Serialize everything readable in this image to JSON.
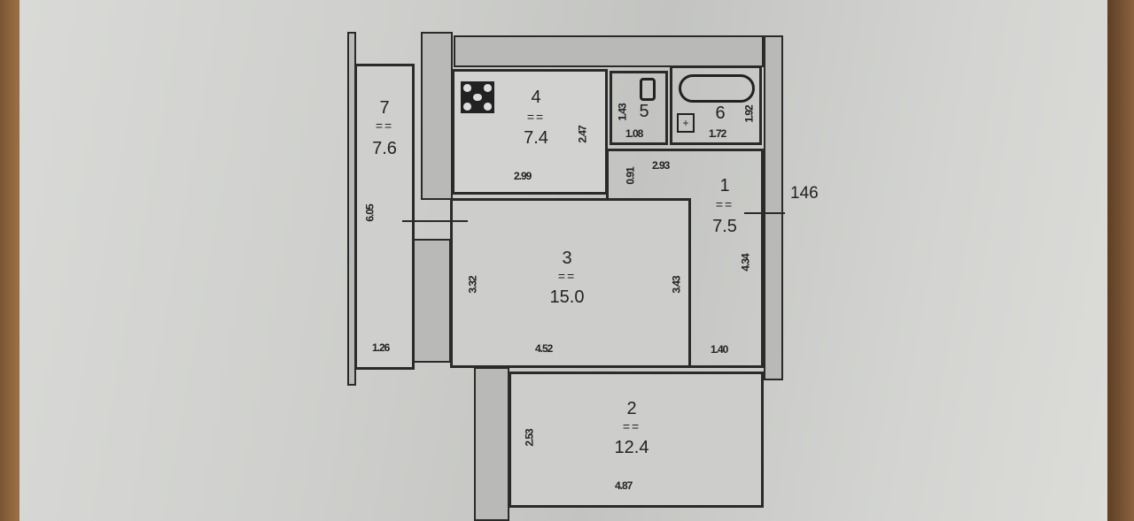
{
  "rooms": [
    {
      "num": "1",
      "sep": "==",
      "area": "7.5"
    },
    {
      "num": "2",
      "sep": "==",
      "area": "12.4"
    },
    {
      "num": "3",
      "sep": "==",
      "area": "15.0"
    },
    {
      "num": "4",
      "sep": "==",
      "area": "7.4"
    },
    {
      "num": "5"
    },
    {
      "num": "6"
    },
    {
      "num": "7",
      "sep": "==",
      "area": "7.6"
    }
  ],
  "dims": {
    "r7_len": "6.05",
    "r7_w": "1.26",
    "r4_w": "2.99",
    "r4_h": "2.47",
    "r5_h": "1.43",
    "r5_w": "1.08",
    "r6_w": "1.72",
    "r6_h": "1.92",
    "r1_w": "2.93",
    "r1_d": "0.91",
    "r1_h": "4.34",
    "r1_b": "1.40",
    "r3_l": "3.32",
    "r3_r": "3.43",
    "r3_w": "4.52",
    "r2_h": "2.53",
    "r2_w": "4.87",
    "outer": "146"
  }
}
